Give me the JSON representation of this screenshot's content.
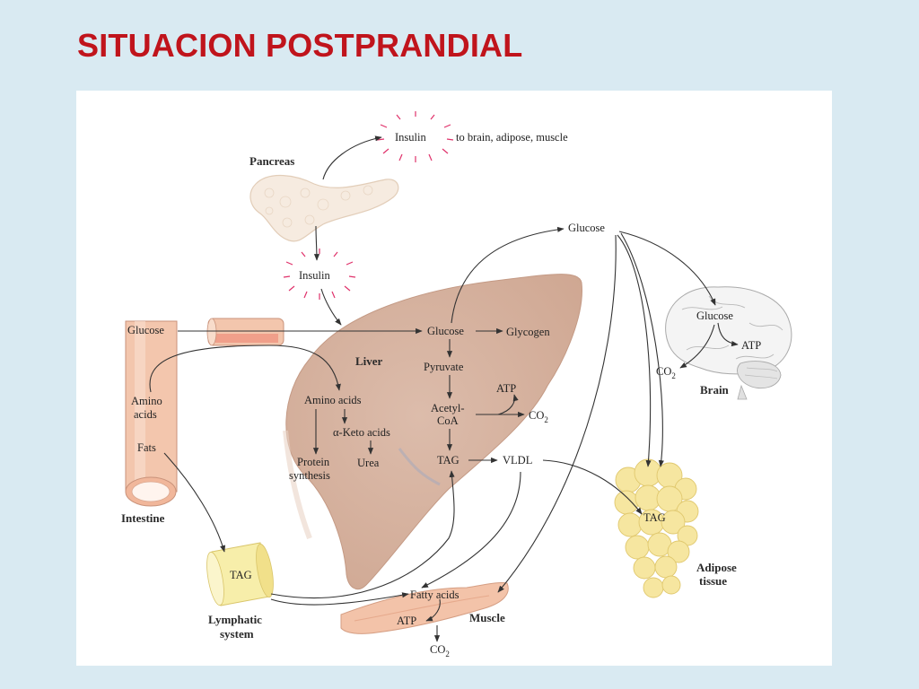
{
  "title": "SITUACION POSTPRANDIAL",
  "labels": {
    "pancreas": "Pancreas",
    "insulin_top": "Insulin",
    "insulin_top_dest": "to brain, adipose, muscle",
    "insulin_mid": "Insulin",
    "glucose_blood": "Glucose",
    "glucose_intestine": "Glucose",
    "amino_intestine_1": "Amino",
    "amino_intestine_2": "acids",
    "fats": "Fats",
    "intestine": "Intestine",
    "liver": "Liver",
    "glucose_liver": "Glucose",
    "glycogen": "Glycogen",
    "pyruvate": "Pyruvate",
    "acetyl_1": "Acetyl-",
    "acetyl_2": "CoA",
    "atp_liver": "ATP",
    "co2_liver": "CO",
    "amino_liver": "Amino acids",
    "keto_acids": "α-Keto acids",
    "protein_1": "Protein",
    "protein_2": "synthesis",
    "urea": "Urea",
    "tag_liver": "TAG",
    "vldl": "VLDL",
    "glucose_brain": "Glucose",
    "atp_brain": "ATP",
    "co2_brain": "CO",
    "brain": "Brain",
    "tag_adipose": "TAG",
    "adipose_1": "Adipose",
    "adipose_2": "tissue",
    "tag_lymph": "TAG",
    "lymph_1": "Lymphatic",
    "lymph_2": "system",
    "fatty_acids": "Fatty acids",
    "atp_muscle": "ATP",
    "muscle": "Muscle",
    "co2_muscle": "CO",
    "subscript_2": "2"
  },
  "colors": {
    "title": "#c0141c",
    "background": "#d9eaf2",
    "liver": "#d9b7a6",
    "pancreas": "#f6ebe0",
    "intestine": "#f3c6ad",
    "adipose": "#f6e6a0",
    "brain": "#f2f2f2",
    "muscle": "#f3c3a9",
    "insulin_burst": "#e0326b"
  }
}
